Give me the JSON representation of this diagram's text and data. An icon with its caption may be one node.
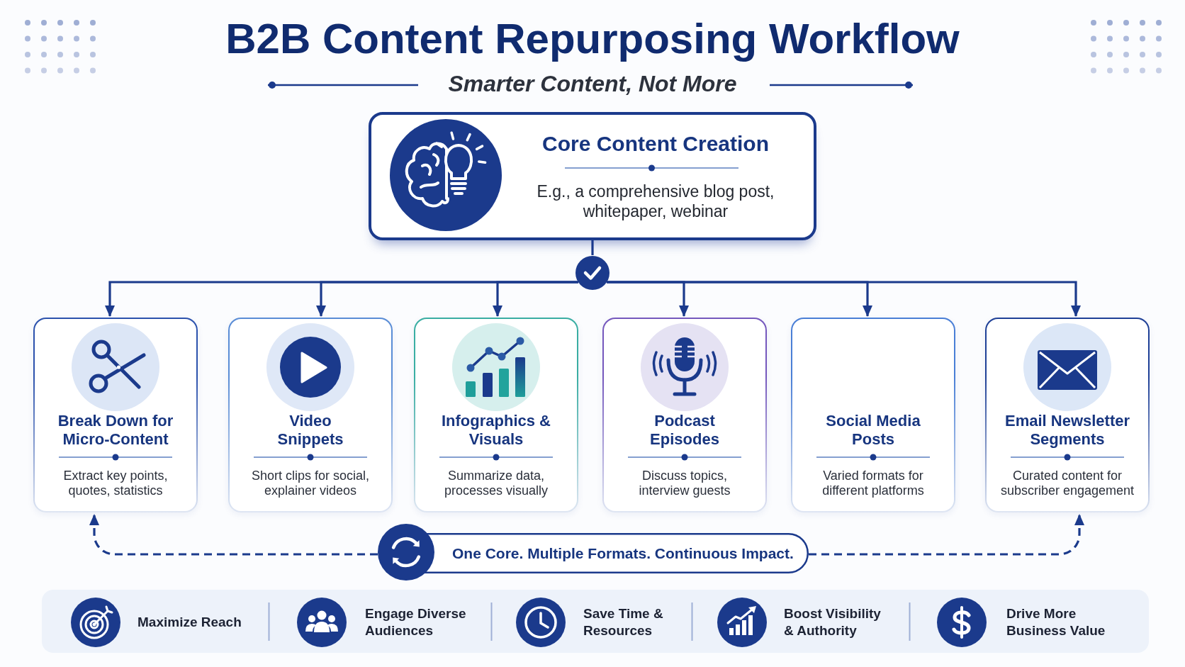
{
  "diagram": {
    "title": "B2B Content Repurposing Workflow",
    "nodes": [
      {
        "text": [
          "Core Content Creation",
          "E.g., a comprehensive blog post, whitepaper, webinar"
        ]
      },
      {
        "text": [],
        "shape": "circle"
      },
      {
        "text": [
          "Break Down for Micro-Content",
          "Extract key points, quotes, statistics"
        ]
      },
      {
        "text": [
          "Video Snippets",
          "Short clips for social, explainer videos"
        ]
      },
      {
        "text": [
          "Infographics & Visuals",
          "Summarize data, processes visually"
        ]
      },
      {
        "text": [
          "Podcast Episodes",
          "Discuss topics, interview guests"
        ]
      },
      {
        "text": [
          "Social Media Posts",
          "Varied formats for different platforms"
        ]
      },
      {
        "text": [
          "Email Newsletter Segments",
          "Curated content for subscriber engagement"
        ]
      },
      {
        "text": [
          "One Core. Multiple Formats. Continuous Impact."
        ]
      },
      {
        "text": [
          "Maximize Reach",
          "Engage Diverse Audiences",
          "Save Time & Resources",
          "Boost Visibility & Authority",
          "Drive More Business Value"
        ]
      }
    ],
    "edges": [
      {
        "from": 0,
        "to": 1,
        "arrow": "none"
      },
      {
        "from": 1,
        "to": 2,
        "arrow": "to"
      },
      {
        "from": 1,
        "to": 3,
        "arrow": "to"
      },
      {
        "from": 1,
        "to": 4,
        "arrow": "to"
      },
      {
        "from": 1,
        "to": 5,
        "arrow": "to"
      },
      {
        "from": 1,
        "to": 6,
        "arrow": "to"
      },
      {
        "from": 1,
        "to": 7,
        "arrow": "to"
      },
      {
        "from": 8,
        "to": 2,
        "arrow": "to",
        "style": "dashed"
      },
      {
        "from": 8,
        "to": 7,
        "arrow": "to",
        "style": "dashed"
      }
    ],
    "labels": [
      "Smarter Content, Not More"
    ]
  }
}
